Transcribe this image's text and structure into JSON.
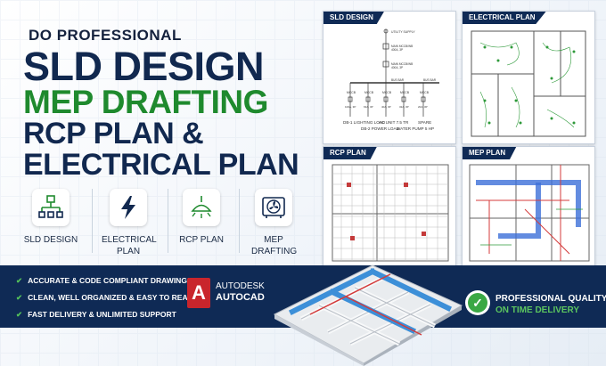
{
  "headline": {
    "kicker": "DO PROFESSIONAL",
    "line1": "SLD DESIGN",
    "line2": "MEP DRAFTING",
    "line3": "RCP PLAN &",
    "line4": "ELECTRICAL PLAN"
  },
  "services": [
    {
      "label": "SLD DESIGN",
      "icon": "sld-icon"
    },
    {
      "label": "ELECTRICAL PLAN",
      "icon": "lightning-icon"
    },
    {
      "label": "RCP PLAN",
      "icon": "ceiling-lamp-icon"
    },
    {
      "label": "MEP DRAFTING",
      "icon": "hvac-fan-icon"
    }
  ],
  "features": [
    "ACCURATE & CODE COMPLIANT DRAWINGS",
    "CLEAN, WELL ORGANIZED & EASY TO READ",
    "FAST DELIVERY & UNLIMITED SUPPORT"
  ],
  "autocad": {
    "brand": "AUTODESK",
    "product": "AUTOCAD",
    "logo_letter": "A"
  },
  "quality": {
    "line1": "PROFESSIONAL QUALITY",
    "line2": "ON TIME DELIVERY"
  },
  "panels": {
    "sld": {
      "title": "SLD DESIGN",
      "utility": "UTILITY SUPPLY",
      "main_breaker": "MAIN MCCB/WB",
      "main_breaker_rating": "400A, 3P",
      "busbar": "BUS BAR",
      "spare_busbar": "BUS BAR",
      "branches": [
        {
          "breaker": "MCCB",
          "rating": "100A, 3P",
          "load": "DB-1 LIGHTING LOAD"
        },
        {
          "breaker": "MCCB",
          "rating": "63A, 3P",
          "load": "DB-2 POWER LOAD"
        },
        {
          "breaker": "MCCB",
          "rating": "40A, 3P",
          "load": "AC UNIT 7.5 TR"
        },
        {
          "breaker": "MCCB",
          "rating": "32A, 3P",
          "load": "WATER PUMP 5 HP"
        },
        {
          "breaker": "MCCB",
          "rating": "20A, 3P",
          "load": "SPARE"
        }
      ]
    },
    "electrical": {
      "title": "ELECTRICAL PLAN"
    },
    "rcp": {
      "title": "RCP PLAN"
    },
    "mep": {
      "title": "MEP PLAN"
    }
  },
  "colors": {
    "navy": "#0f2a55",
    "green": "#1f8a2e",
    "accent_red": "#c9252c"
  }
}
